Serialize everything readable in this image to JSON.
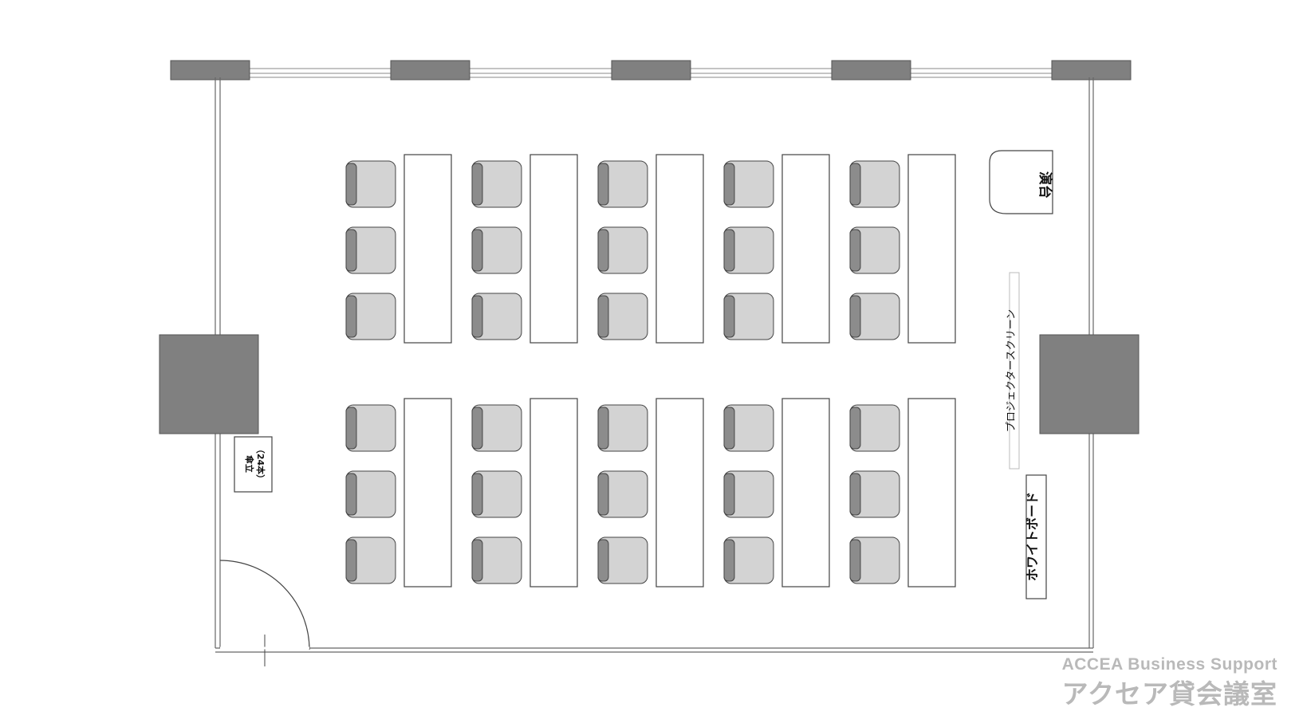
{
  "labels": {
    "podium": "演台",
    "projector_screen": "プロジェクタースクリーン",
    "whiteboard": "ホワイトボード",
    "umbrella_stand_line1": "傘立",
    "umbrella_stand_line2": "（24本）"
  },
  "brand": {
    "en": "ACCEA Business Support",
    "jp": "アクセア貸会議室"
  },
  "colors": {
    "pillar": "#808080",
    "chair_back": "#8c8c8c",
    "chair_seat": "#d3d3d3",
    "brand": "#b9b9b9"
  },
  "layout_counts": {
    "desk_columns": 5,
    "desk_rows": 2,
    "chairs_per_desk": 3,
    "total_seats": 30
  }
}
